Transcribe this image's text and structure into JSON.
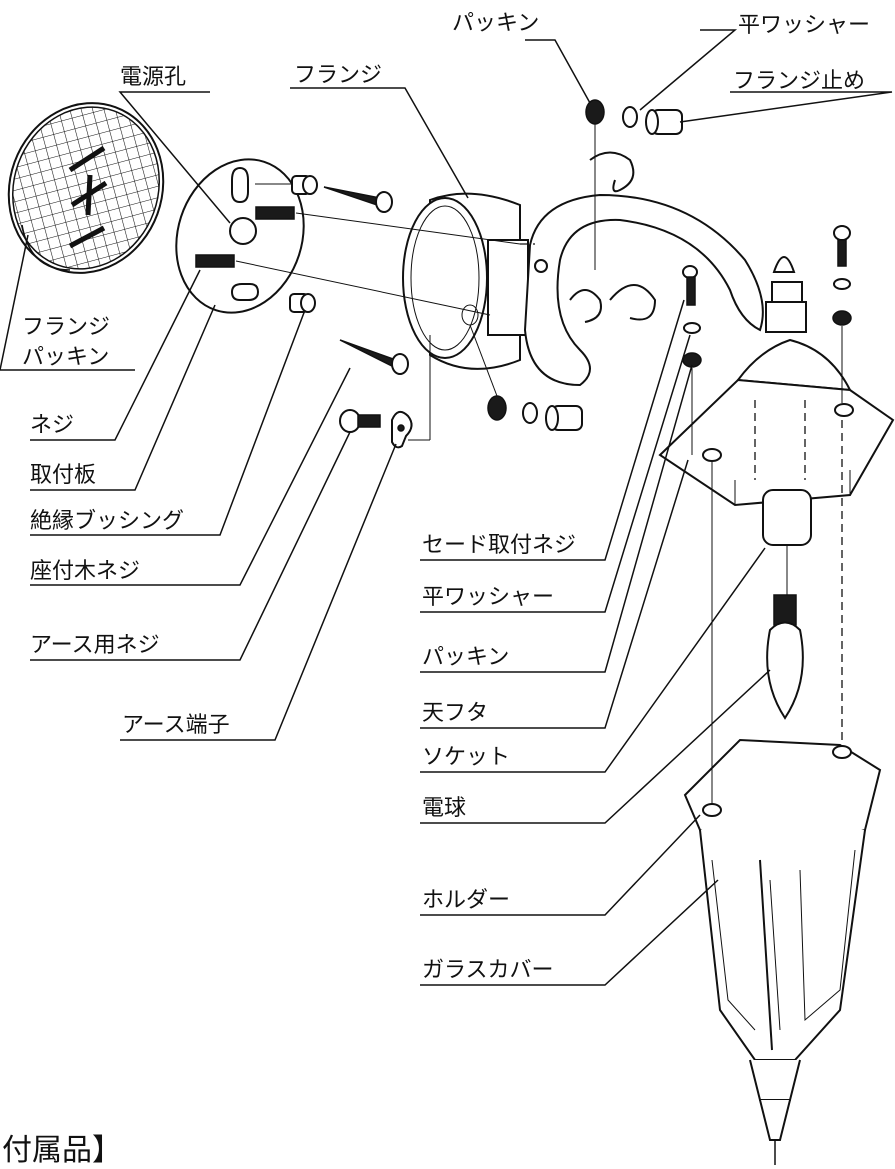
{
  "labels": {
    "packing_top": "パッキン",
    "flat_washer_top": "平ワッシャー",
    "power_hole": "電源孔",
    "flange": "フランジ",
    "flange_stopper": "フランジ止め",
    "flange_packing_1": "フランジ",
    "flange_packing_2": "パッキン",
    "screw": "ネジ",
    "mounting_plate": "取付板",
    "insulating_bushing": "絶縁ブッシング",
    "wood_screw": "座付木ネジ",
    "earth_screw": "アース用ネジ",
    "earth_terminal": "アース端子",
    "shade_screw": "セード取付ネジ",
    "flat_washer": "平ワッシャー",
    "packing": "パッキン",
    "top_cover": "天フタ",
    "socket": "ソケット",
    "bulb": "電球",
    "holder": "ホルダー",
    "glass_cover": "ガラスカバー",
    "accessories": "付属品】"
  }
}
